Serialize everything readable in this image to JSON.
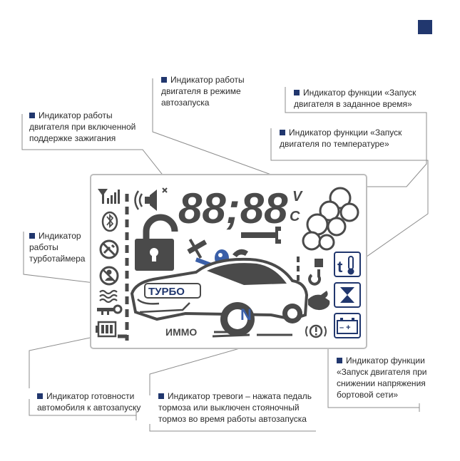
{
  "lcd": {
    "clock": "88;88",
    "unit_v": "V",
    "unit_c": "C",
    "turbo": "ТУРБО",
    "immo": "ИММО",
    "gear": "N"
  },
  "callouts": {
    "autostart_engine": [
      "Индикатор работы",
      "двигателя в режиме",
      "автозапуска"
    ],
    "ignition_support": [
      "Индикатор работы",
      "двигателя при включенной",
      "поддержке зажигания"
    ],
    "start_by_time": [
      "Индикатор функции «Запуск",
      "двигателя в заданное время»"
    ],
    "start_by_temp": [
      "Индикатор функции «Запуск",
      "двигателя по температуре»"
    ],
    "turbo_timer": [
      "Индикатор",
      "работы",
      "турботаймера"
    ],
    "start_by_voltage": [
      "Индикатор функции",
      "«Запуск двигателя при",
      "снижении напряжения",
      "бортовой сети»"
    ],
    "ready_autostart": [
      "Индикатор готовности",
      "автомобиля к автозапуску"
    ],
    "alarm": [
      "Индикатор тревоги – нажата педаль",
      "тормоза или выключен стояночный",
      "тормоз во время работы автозапуска"
    ]
  },
  "colors": {
    "accent": "#21376e",
    "lcd_gray": "#4a4a4a",
    "leader_line": "#8c8c8c"
  },
  "icons": [
    "signal-bars-icon",
    "bluetooth-icon",
    "no-wrench-icon",
    "no-person-icon",
    "heat-waves-icon",
    "key-icon",
    "battery-icon",
    "siren-icon",
    "padlock-icon",
    "hammer-icon",
    "remote-key-icon",
    "phone-icon",
    "spanner-icon",
    "exhaust-cloud-icon",
    "thermometer-icon",
    "hourglass-icon",
    "car-battery-icon",
    "hook-icon",
    "hand-icon",
    "brake-warning-icon"
  ]
}
